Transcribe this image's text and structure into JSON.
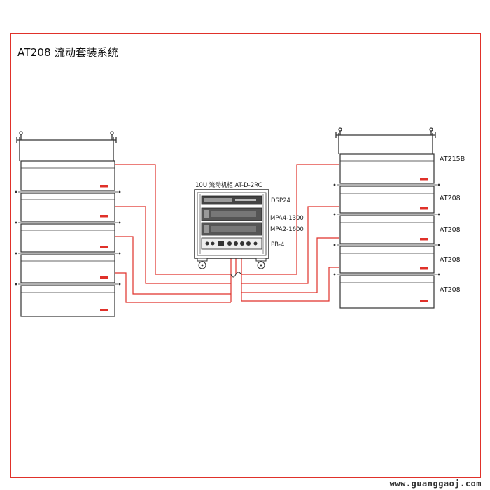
{
  "title": "AT208 流动套装系统",
  "rack": {
    "title": "10U 流动机柜 AT-D-2RC",
    "modules": [
      "DSP24",
      "MPA4-1300",
      "MPA2-1600",
      "PB-4"
    ]
  },
  "right_array": {
    "labels": [
      "AT215B",
      "AT208",
      "AT208",
      "AT208",
      "AT208"
    ]
  },
  "colors": {
    "cable": "#e0312a",
    "frame": "#e0312a",
    "line_art": "#333333"
  },
  "watermark": "www.guanggaoj.com"
}
